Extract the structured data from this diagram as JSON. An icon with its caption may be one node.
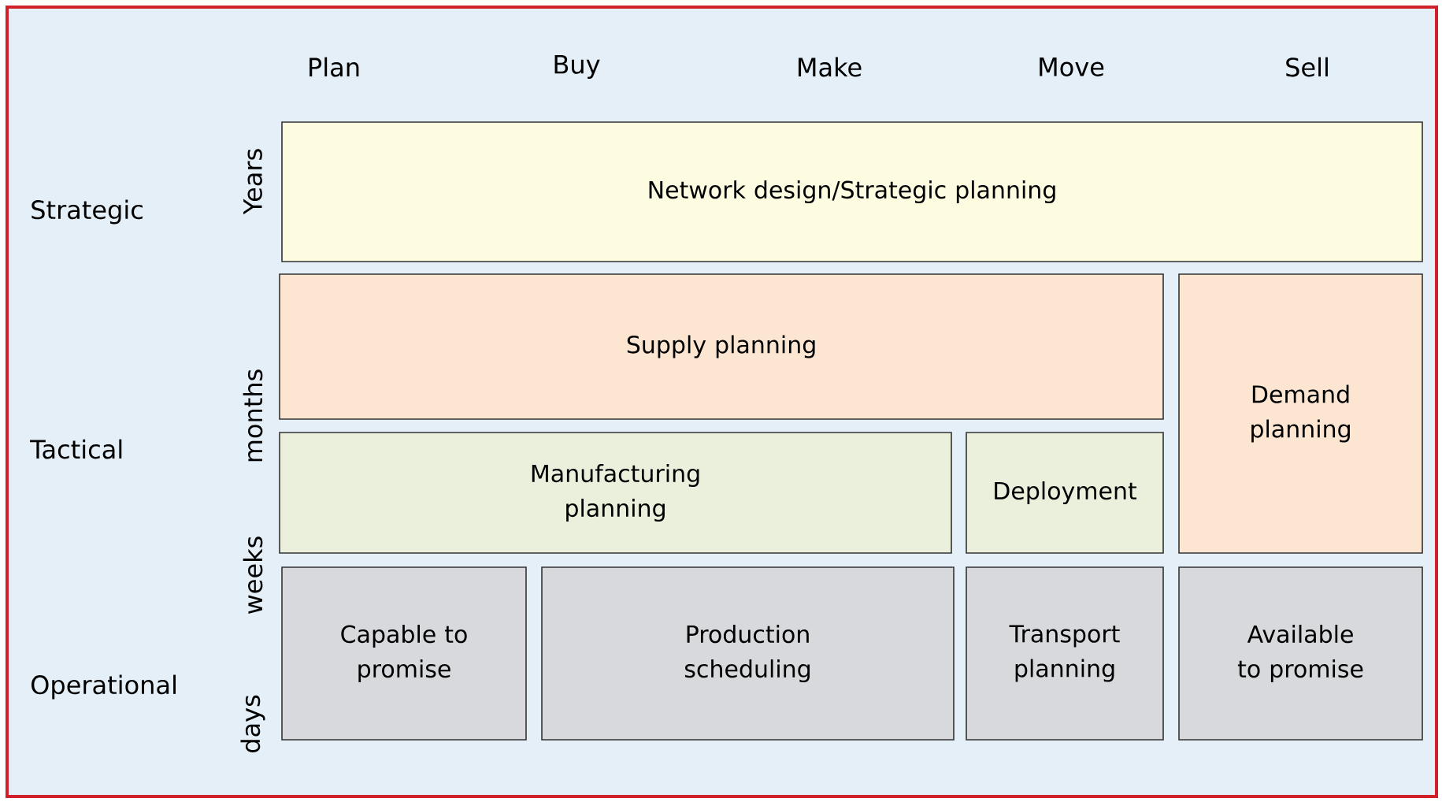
{
  "diagram": {
    "nodes": [
      {
        "text": [
          "Network design/Strategic planning"
        ]
      },
      {
        "text": [
          "Supply planning"
        ]
      },
      {
        "text": [
          "Demand planning"
        ]
      },
      {
        "text": [
          "Manufacturing planning"
        ]
      },
      {
        "text": [
          "Deployment"
        ]
      },
      {
        "text": [
          "Capable to promise"
        ]
      },
      {
        "text": [
          "Production scheduling"
        ]
      },
      {
        "text": [
          "Transport planning"
        ]
      },
      {
        "text": [
          "Available to promise"
        ]
      }
    ],
    "labels": [
      "Plan",
      "Buy",
      "Make",
      "Move",
      "Sell",
      "Strategic",
      "Years",
      "months",
      "Tactical",
      "weeks",
      "Operational",
      "days"
    ]
  }
}
